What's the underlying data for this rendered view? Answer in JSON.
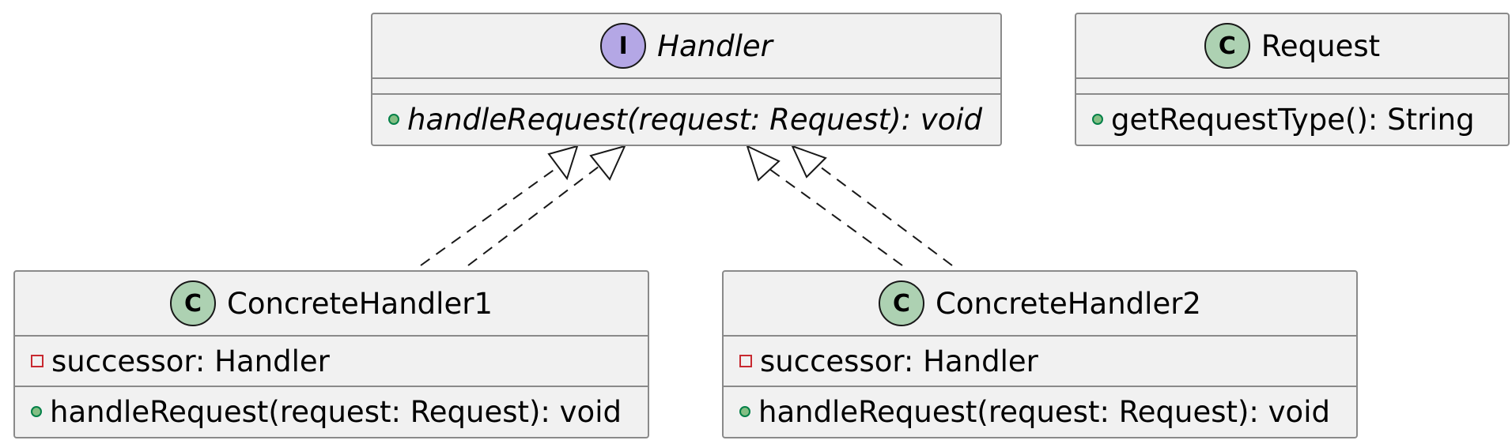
{
  "diagram": {
    "nodes": {
      "handler": {
        "badge": "I",
        "name": "Handler",
        "fields": [],
        "methods": [
          {
            "visibility": "+",
            "text": "handleRequest(request: Request): void"
          }
        ]
      },
      "request": {
        "badge": "C",
        "name": "Request",
        "fields": [],
        "methods": [
          {
            "visibility": "+",
            "text": "getRequestType(): String"
          }
        ]
      },
      "concrete1": {
        "badge": "C",
        "name": "ConcreteHandler1",
        "fields": [
          {
            "visibility": "-",
            "text": "successor: Handler"
          }
        ],
        "methods": [
          {
            "visibility": "+",
            "text": "handleRequest(request: Request): void"
          }
        ]
      },
      "concrete2": {
        "badge": "C",
        "name": "ConcreteHandler2",
        "fields": [
          {
            "visibility": "-",
            "text": "successor: Handler"
          }
        ],
        "methods": [
          {
            "visibility": "+",
            "text": "handleRequest(request: Request): void"
          }
        ]
      }
    },
    "edges": [
      {
        "from": "concrete1",
        "to": "handler",
        "type": "realization"
      },
      {
        "from": "concrete1",
        "to": "handler",
        "type": "realization"
      },
      {
        "from": "concrete2",
        "to": "handler",
        "type": "realization"
      },
      {
        "from": "concrete2",
        "to": "handler",
        "type": "realization"
      }
    ]
  }
}
